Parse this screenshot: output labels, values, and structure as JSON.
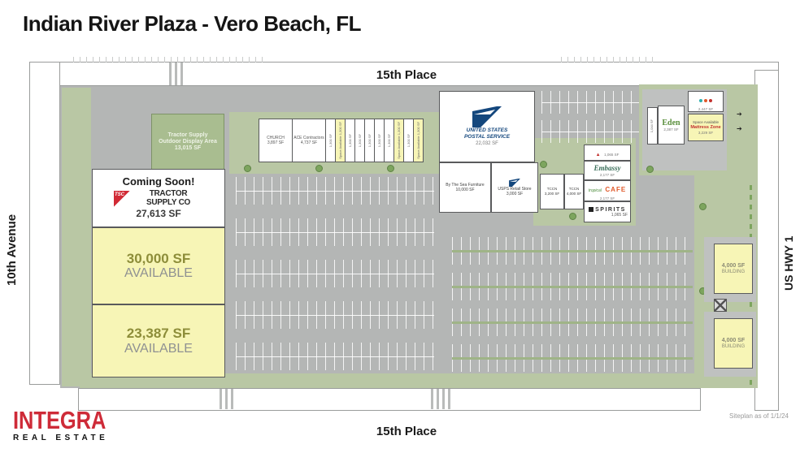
{
  "title": "Indian River Plaza - Vero Beach, FL",
  "streets": {
    "top": "15th Place",
    "bottom": "15th Place",
    "left": "10th Avenue",
    "right": "US HWY 1"
  },
  "branding": {
    "integra": "INTEGRA",
    "integra_sub": "REAL ESTATE",
    "note": "Siteplan as of 1/1/24"
  },
  "anchor": {
    "outdoor_line1": "Tractor Supply",
    "outdoor_line2": "Outdoor Display Area",
    "outdoor_sf": "13,015 SF",
    "coming_soon": "Coming Soon!",
    "brand_abbr": "TSC",
    "brand_name": "TRACTOR SUPPLY CO",
    "sf": "27,613 SF"
  },
  "availables": [
    {
      "sf": "30,000 SF",
      "label": "AVAILABLE"
    },
    {
      "sf": "23,387 SF",
      "label": "AVAILABLE"
    }
  ],
  "strip_units": [
    {
      "name": "CHURCH",
      "sf": "3,897 SF"
    },
    {
      "name": "ACE Contractors",
      "sf": "4,737 SF"
    },
    {
      "name": "",
      "sf": "1,300 SF"
    },
    {
      "name": "Space Available",
      "sf": "1,300 SF"
    },
    {
      "name": "",
      "sf": "1,300 SF"
    },
    {
      "name": "",
      "sf": "1,300 SF"
    },
    {
      "name": "",
      "sf": "1,300 SF"
    },
    {
      "name": "",
      "sf": "1,300 SF"
    },
    {
      "name": "",
      "sf": "1,300 SF"
    },
    {
      "name": "Space Available",
      "sf": "1,300 SF"
    },
    {
      "name": "",
      "sf": "1,300 SF"
    },
    {
      "name": "Space Available",
      "sf": "1,300 SF"
    }
  ],
  "usps": {
    "line1": "UNITED STATES",
    "line2": "POSTAL SERVICE",
    "sf": "22,032 SF"
  },
  "mid_units": [
    {
      "name": "By The Sea Furniture",
      "sf": "10,000 SF"
    },
    {
      "name": "USPS Retail Store",
      "sf": "3,000 SF"
    },
    {
      "name": "TCCN",
      "sf": "3,200 SF"
    },
    {
      "name": "TCCN",
      "sf": "4,000 SF"
    }
  ],
  "east_units": [
    {
      "name": "",
      "sf": "1,065 SF"
    },
    {
      "name": "Embassy",
      "sf": "2,177 SF"
    },
    {
      "name_a": "tropical",
      "name_b": "CAFE",
      "sf": "2,177 SF"
    },
    {
      "name": "SPIRITS",
      "sf": "1,065 SF"
    }
  ],
  "ne_units": [
    {
      "name": "",
      "sf": "1,044 SF"
    },
    {
      "name": "Eden",
      "sf": "2,387 SF"
    },
    {
      "name": "",
      "sf": "2,447 SF"
    },
    {
      "name": "Space Available",
      "sub": "Mattress Zone",
      "sf": "3,229 SF"
    }
  ],
  "outparcels": [
    {
      "sf": "4,000 SF",
      "label": "BUILDING"
    },
    {
      "sf": "4,000 SF",
      "label": "BUILDING"
    }
  ]
}
